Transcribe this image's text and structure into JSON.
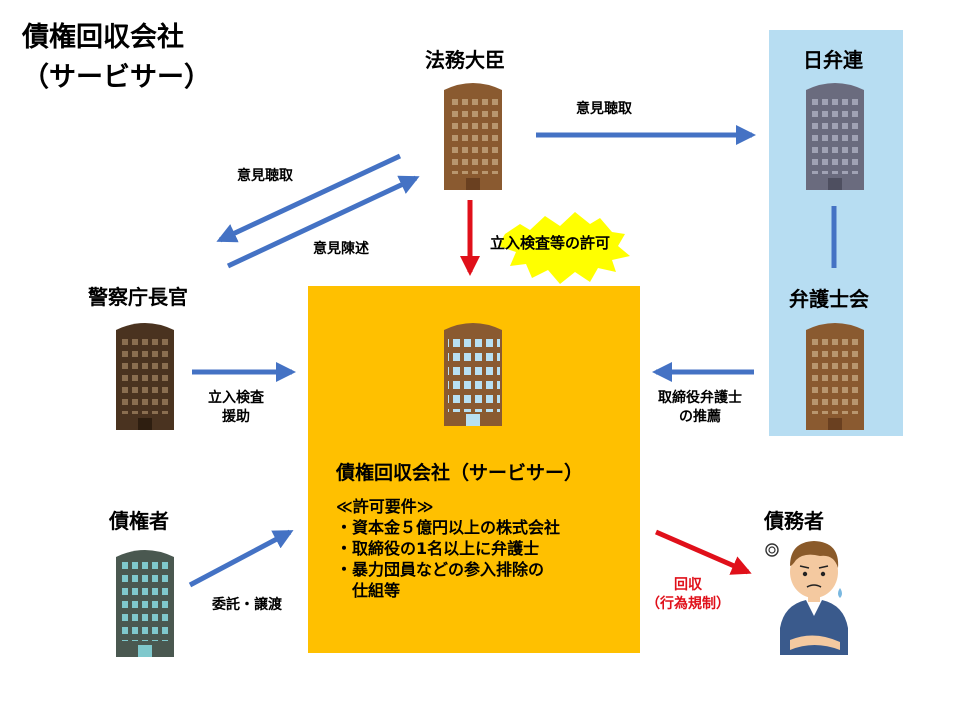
{
  "title": {
    "line1": "債権回収会社",
    "line2": "（サービサー）"
  },
  "nodes": {
    "minister": "法務大臣",
    "nichibenren": "日弁連",
    "bar_association": "弁護士会",
    "police": "警察庁長官",
    "creditor": "債権者",
    "debtor": "債務者",
    "servicer": "債権回収会社（サービサー）"
  },
  "requirements": {
    "heading": "≪許可要件≫",
    "items": [
      "・資本金５億円以上の株式会社",
      "・取締役の1名以上に弁護士",
      "・暴力団員などの参入排除の",
      "　仕組等"
    ]
  },
  "arrows": {
    "minister_to_nichiben": "意見聴取",
    "minister_to_police": "意見聴取",
    "police_to_minister": "意見陳述",
    "minister_to_servicer": "立入検査等の許可",
    "police_to_servicer_1": "立入検査",
    "police_to_servicer_2": "援助",
    "bar_to_servicer_1": "取締役弁護士",
    "bar_to_servicer_2": "の推薦",
    "creditor_to_servicer": "委託・譲渡",
    "servicer_to_debtor_1": "回収",
    "servicer_to_debtor_2": "（行為規制）"
  },
  "colors": {
    "servicer_box": "#ffc000",
    "nichiben_panel": "#b7ddf2",
    "blue_arrow": "#4472c4",
    "red_arrow": "#e0101a",
    "starburst": "#ffff00"
  }
}
